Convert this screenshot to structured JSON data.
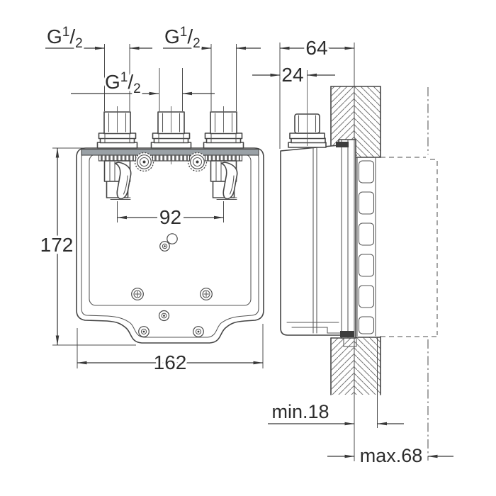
{
  "drawing": {
    "kind": "technical-installation-drawing",
    "colors": {
      "line": "#454545",
      "dimension": "#383838",
      "text": "#2d2d2d",
      "rail_fill": "#9aa1a6",
      "hatch": "#767676",
      "background": "#ffffff"
    },
    "labels": {
      "thread": {
        "base": "G",
        "sup": "1",
        "slash": "/",
        "sub": "2"
      },
      "depth": "64",
      "center_offset": "24",
      "port_spacing": "92",
      "box_height": "172",
      "box_width": "162",
      "min_depth": "min.18",
      "max_depth": "max.68"
    }
  }
}
